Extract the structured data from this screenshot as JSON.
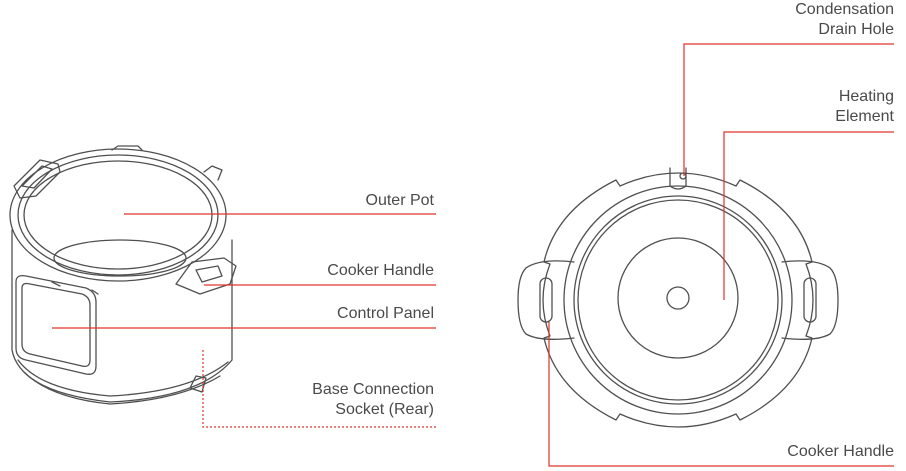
{
  "colors": {
    "outline": "#505050",
    "leader": "#e0342a",
    "label_text": "#4a4a4a",
    "background": "#ffffff"
  },
  "left_view": {
    "labels": {
      "outer_pot": "Outer Pot",
      "cooker_handle": "Cooker Handle",
      "control_panel": "Control Panel",
      "base_socket_line1": "Base Connection",
      "base_socket_line2": "Socket (Rear)"
    }
  },
  "right_view": {
    "labels": {
      "drain_hole_line1": "Condensation",
      "drain_hole_line2": "Drain Hole",
      "heating_element_line1": "Heating",
      "heating_element_line2": "Element",
      "cooker_handle": "Cooker Handle"
    }
  }
}
